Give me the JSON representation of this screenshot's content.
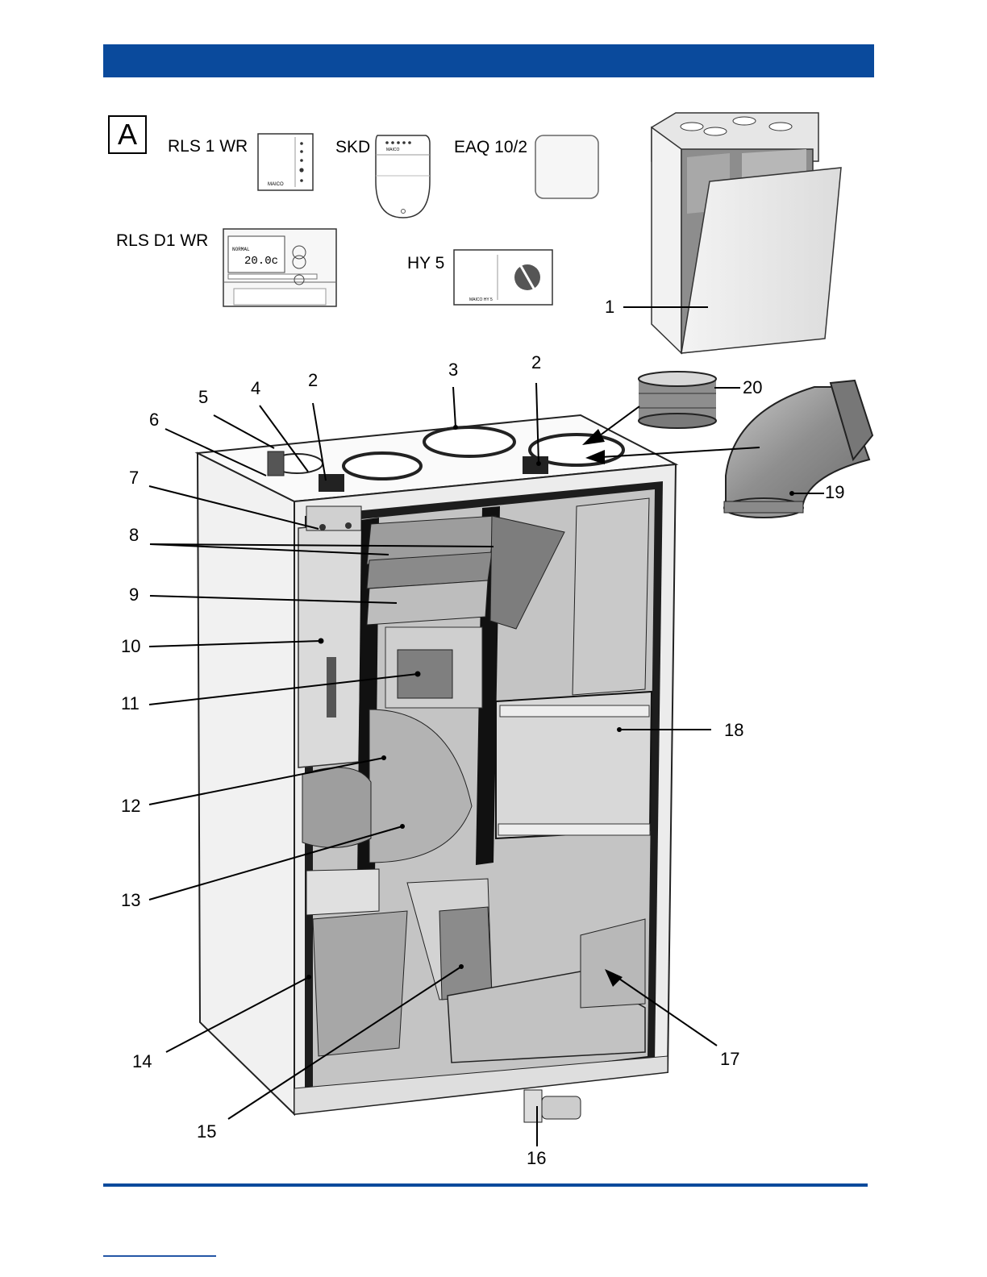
{
  "figure": {
    "letter": "A"
  },
  "accessories": [
    {
      "key": "rls1wr",
      "label": "RLS 1 WR",
      "brand": "MAICO"
    },
    {
      "key": "skd",
      "label": "SKD",
      "brand": "MAICO"
    },
    {
      "key": "eaq",
      "label": "EAQ 10/2"
    },
    {
      "key": "rlsd1wr",
      "label": "RLS D1 WR",
      "display_mode": "NORMAL",
      "display_temp": "20.0c"
    },
    {
      "key": "hy5",
      "label": "HY 5",
      "brand": "MAICO HY 5"
    }
  ],
  "callouts": [
    "1",
    "2",
    "2",
    "3",
    "4",
    "5",
    "6",
    "7",
    "8",
    "9",
    "10",
    "11",
    "12",
    "13",
    "14",
    "15",
    "16",
    "17",
    "18",
    "19",
    "20"
  ],
  "colors": {
    "header": "#0a4a9c",
    "panel": "#d9d9d9",
    "frame": "#1a1a1a",
    "cavity": "#bdbdbd",
    "outline": "#222222"
  }
}
